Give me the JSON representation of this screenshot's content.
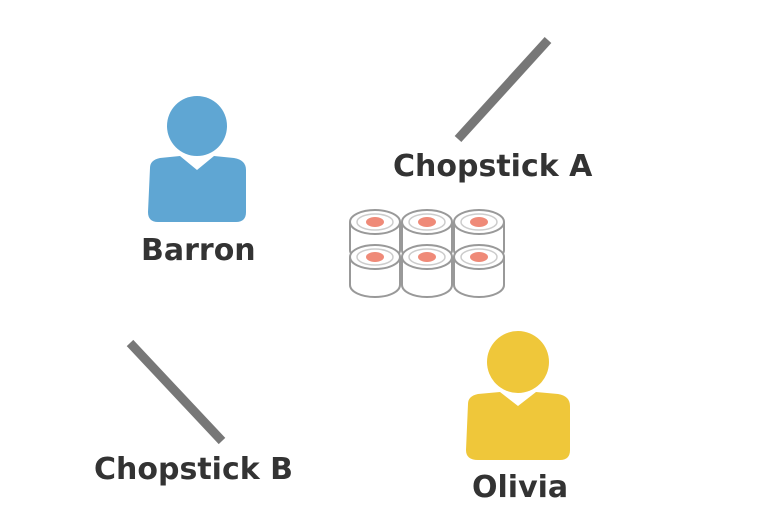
{
  "people": [
    {
      "name": "Barron",
      "color": "#5fa6d3",
      "icon": "person-icon"
    },
    {
      "name": "Olivia",
      "color": "#efc73a",
      "icon": "person-icon"
    }
  ],
  "chopsticks": [
    {
      "label": "Chopstick A",
      "color": "#777777"
    },
    {
      "label": "Chopstick B",
      "color": "#777777"
    }
  ],
  "sushi": {
    "icon": "sushi-rolls-icon",
    "rows": 2,
    "columns": 3,
    "outline_color": "#999999",
    "filling_color": "#ef8a78"
  }
}
